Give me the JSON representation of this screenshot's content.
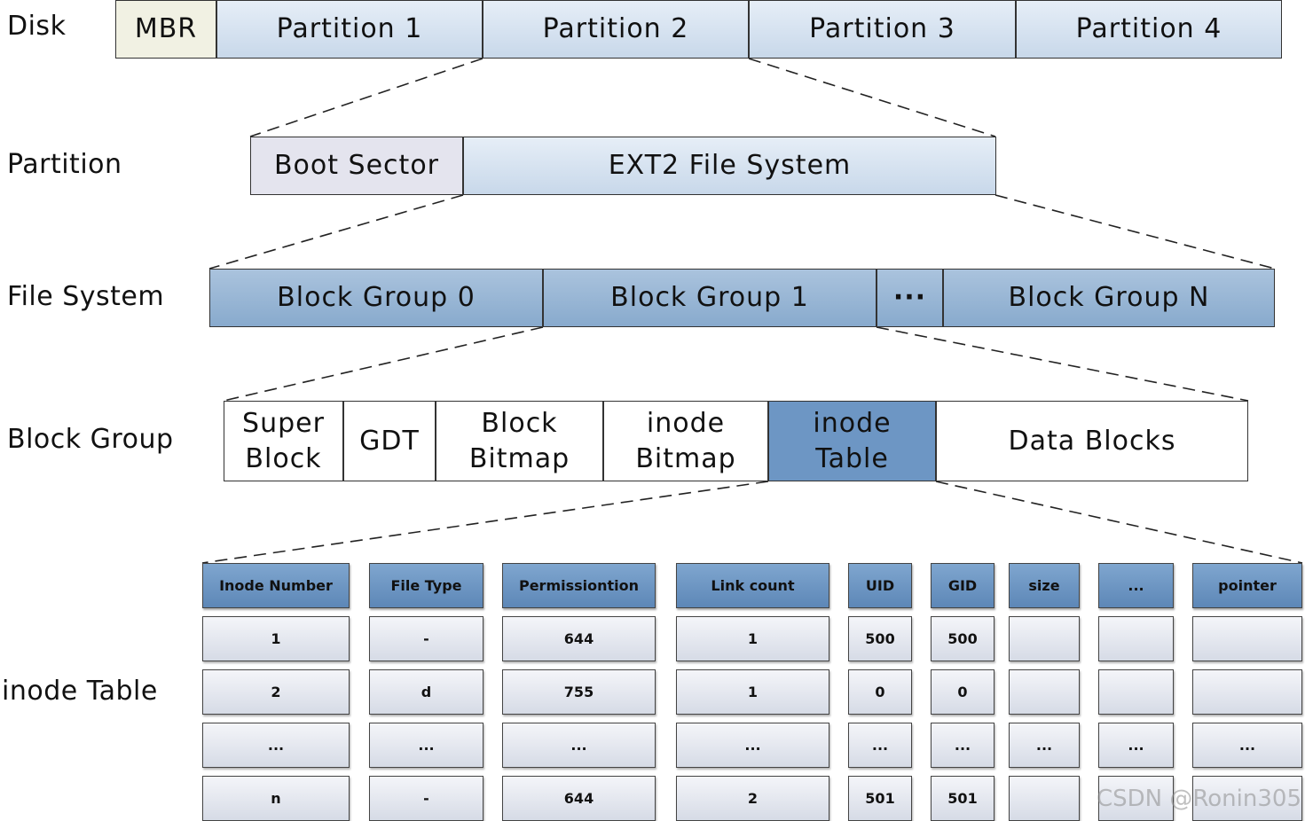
{
  "row_labels": {
    "disk": "Disk",
    "partition": "Partition",
    "file_system": "File System",
    "block_group": "Block Group",
    "inode_table": "inode Table"
  },
  "disk": {
    "mbr": "MBR",
    "partitions": [
      "Partition 1",
      "Partition 2",
      "Partition 3",
      "Partition 4"
    ]
  },
  "partition": {
    "boot_sector": "Boot Sector",
    "file_system": "EXT2 File System"
  },
  "file_system": {
    "groups": [
      "Block Group 0",
      "Block Group 1",
      "···",
      "Block Group N"
    ]
  },
  "block_group": {
    "parts": [
      [
        "Super",
        "Block"
      ],
      [
        "GDT"
      ],
      [
        "Block",
        "Bitmap"
      ],
      [
        "inode",
        "Bitmap"
      ],
      [
        "inode",
        "Table"
      ],
      [
        "Data Blocks"
      ]
    ]
  },
  "inode_table": {
    "headers": [
      "Inode Number",
      "File Type",
      "Permissiontion",
      "Link count",
      "UID",
      "GID",
      "size",
      "...",
      "pointer"
    ],
    "rows": [
      [
        "1",
        "-",
        "644",
        "1",
        "500",
        "500",
        "",
        "",
        ""
      ],
      [
        "2",
        "d",
        "755",
        "1",
        "0",
        "0",
        "",
        "",
        ""
      ],
      [
        "...",
        "...",
        "...",
        "...",
        "...",
        "...",
        "...",
        "...",
        "..."
      ],
      [
        "n",
        "-",
        "644",
        "2",
        "501",
        "501",
        "",
        "",
        ""
      ]
    ]
  },
  "watermark": "CSDN @Ronin305",
  "colors": {
    "light_blue": "#d6e2f0",
    "medium_blue": "#98b6d6",
    "selected_blue": "#6d96c4",
    "mbr_fill": "#f1f1e3",
    "header_blue": "#6d96c4"
  }
}
